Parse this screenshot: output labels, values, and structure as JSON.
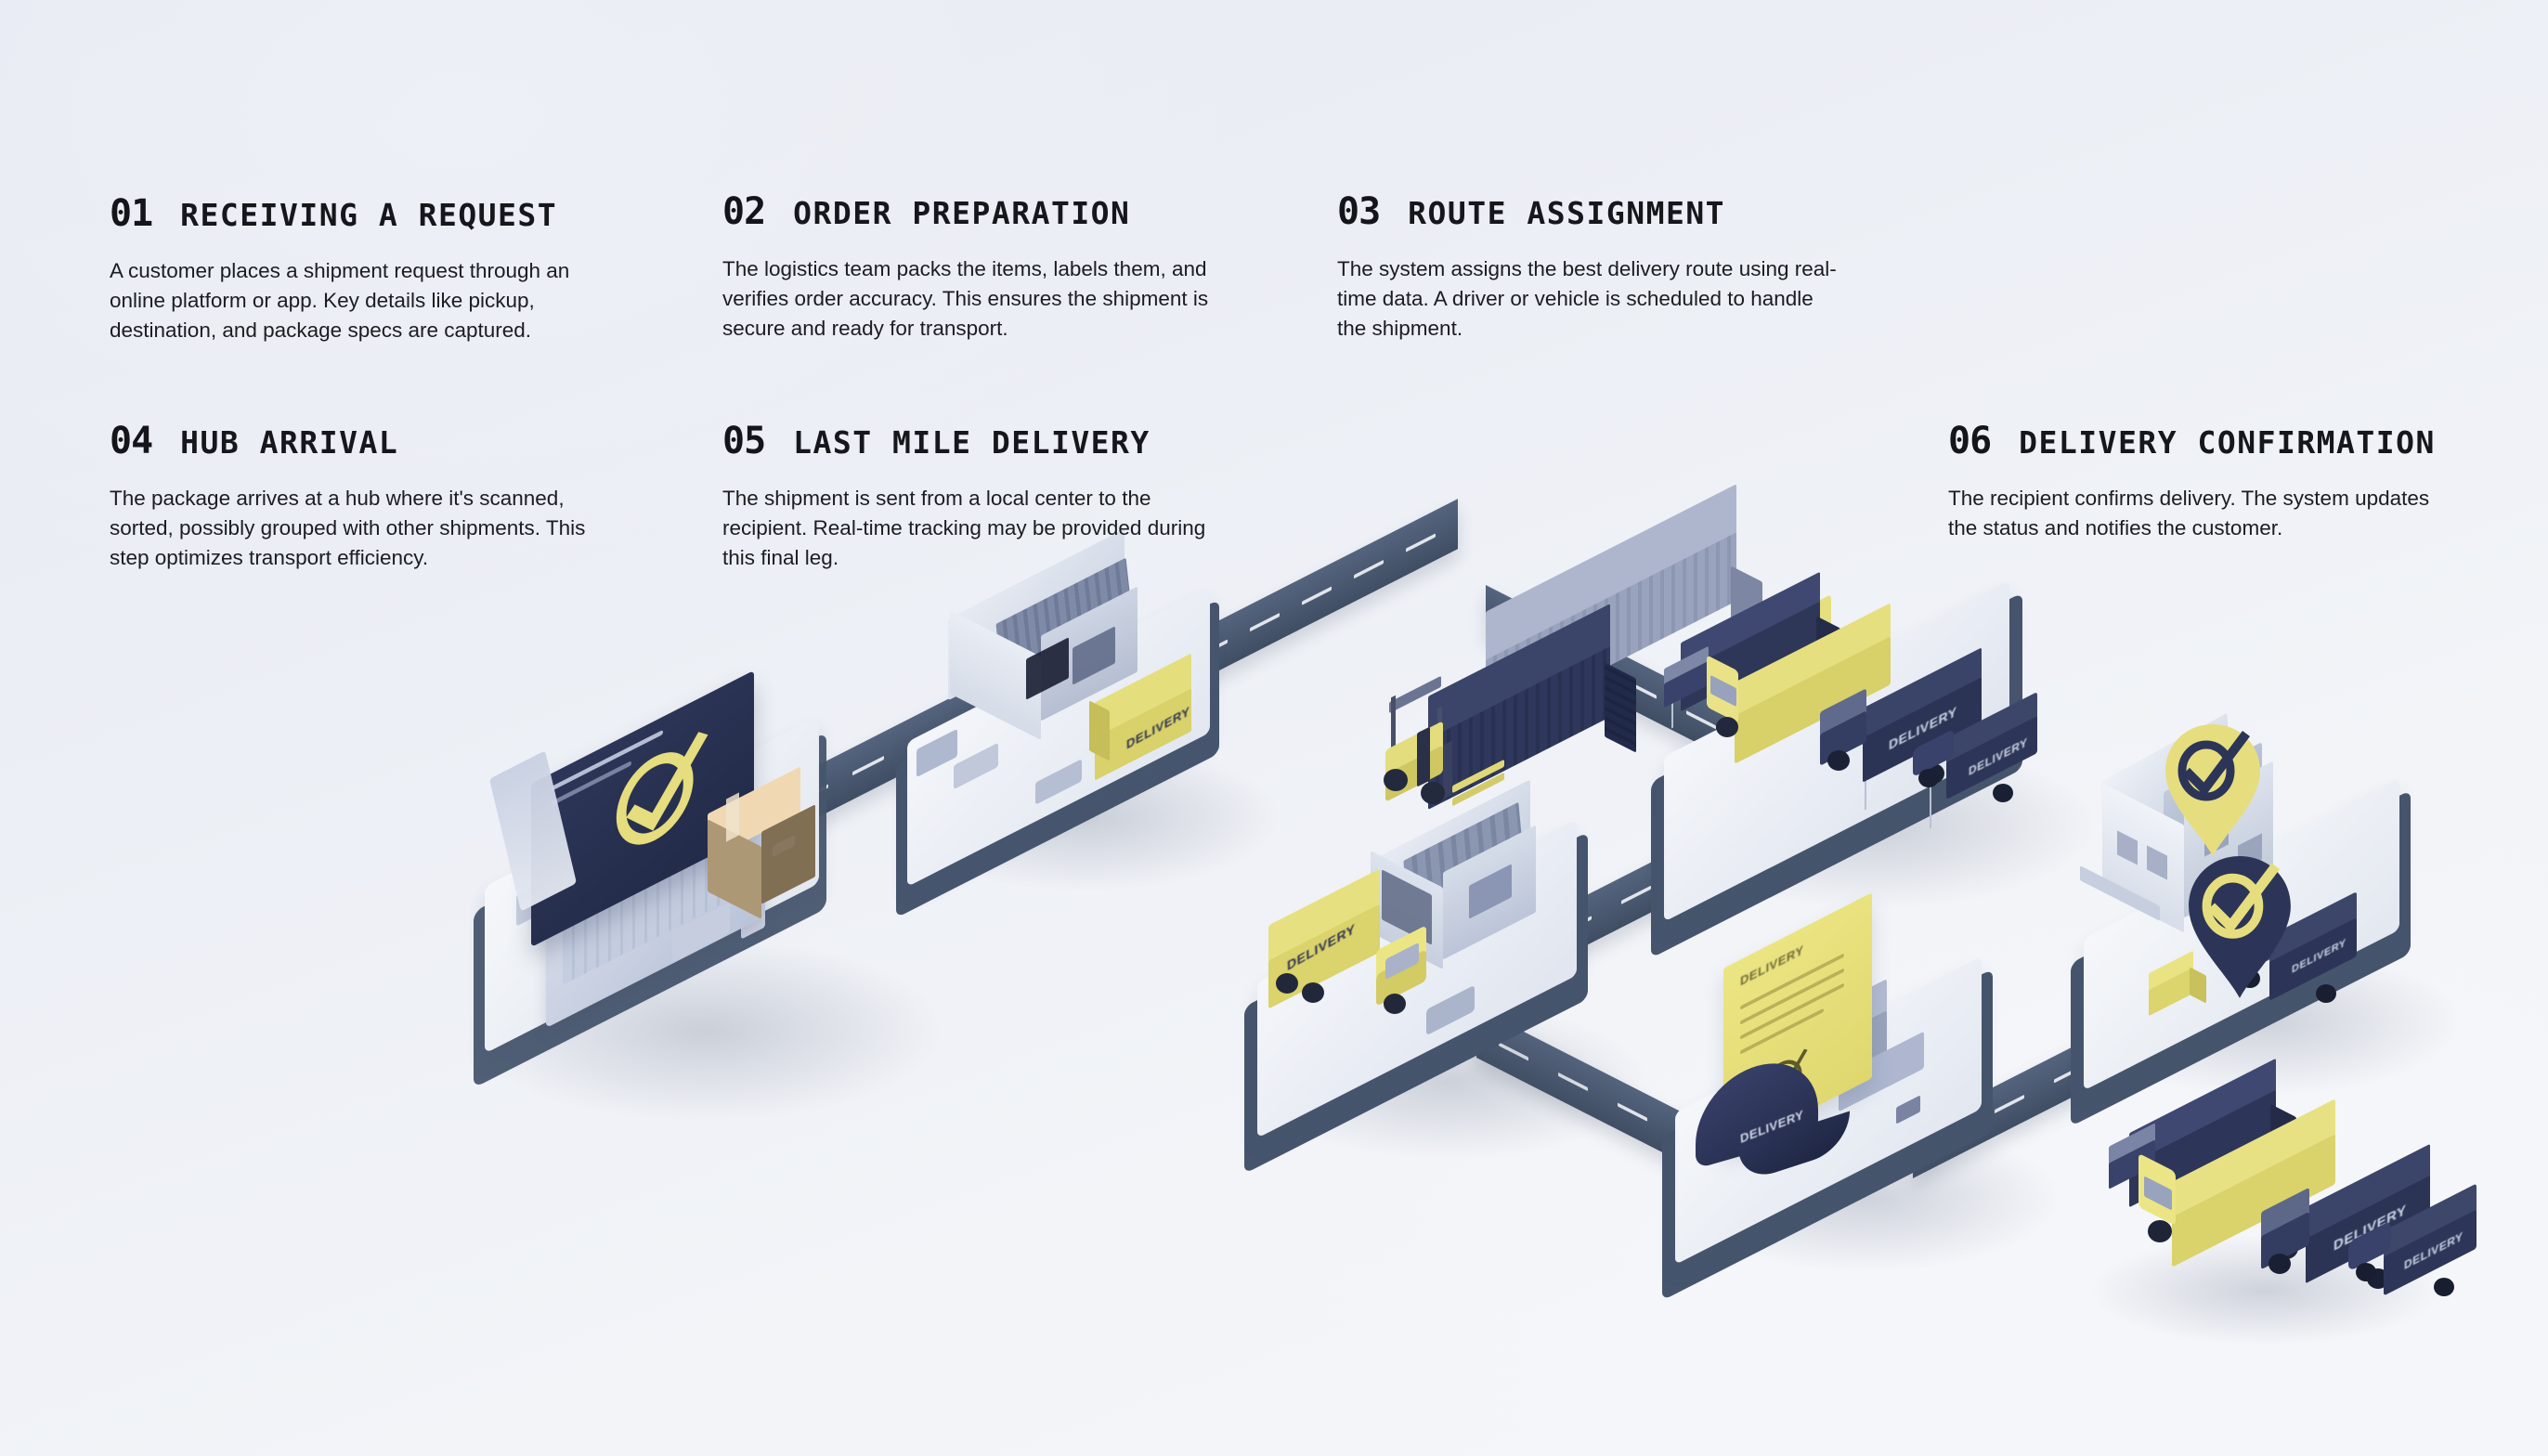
{
  "meta": {
    "background_color": "#eceff5",
    "accent_yellow": "#e8e283",
    "accent_navy": "#2c3557",
    "road_color": "#4a5a73",
    "text_color": "#15171c"
  },
  "steps": [
    {
      "number": "01",
      "title": "RECEIVING A REQUEST",
      "body": "A customer places a shipment request through an online platform or app. Key details like pickup, destination, and package specs are captured."
    },
    {
      "number": "02",
      "title": "ORDER PREPARATION",
      "body": "The logistics team packs the items, labels them, and verifies order accuracy. This ensures the shipment is secure and ready for transport."
    },
    {
      "number": "03",
      "title": "ROUTE ASSIGNMENT",
      "body": "The system assigns the best delivery route using real-time data. A driver or vehicle is scheduled to handle the shipment."
    },
    {
      "number": "04",
      "title": "HUB ARRIVAL",
      "body": "The package arrives at a hub where it's scanned, sorted, possibly grouped with other shipments. This step optimizes transport efficiency."
    },
    {
      "number": "05",
      "title": "LAST MILE DELIVERY",
      "body": "The shipment is sent from a local center to the recipient. Real-time tracking may be provided during this final leg."
    },
    {
      "number": "06",
      "title": "DELIVERY CONFIRMATION",
      "body": "The recipient confirms delivery. The system updates the status and notifies the customer."
    }
  ],
  "scene": {
    "vehicle_labels": {
      "truck_side": "DELIVERY",
      "van_side": "DELIVERY",
      "box_truck_side": "DELIVERY",
      "cap_front": "DELIVERY",
      "local_truck_side": "DELIVERY"
    },
    "document": {
      "heading": "DELIVERY",
      "check_icon": "check-circle-icon"
    },
    "icons": {
      "laptop_screen": "check-circle-icon",
      "pin_upper": "location-pin-check-icon",
      "pin_lower": "location-pin-check-icon"
    }
  }
}
